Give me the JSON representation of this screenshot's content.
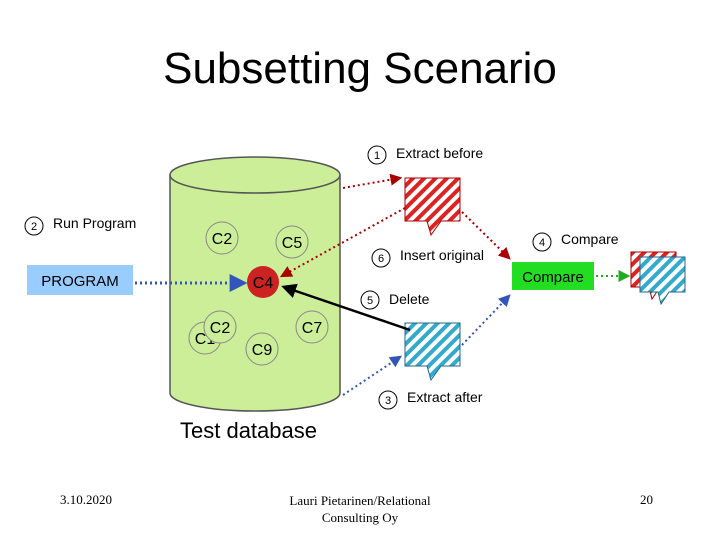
{
  "slide": {
    "title": "Subsetting Scenario",
    "footer": {
      "date": "3.10.2020",
      "author_line1": "Lauri Pietarinen/Relational",
      "author_line2": "Consulting Oy",
      "page_number": "20"
    }
  },
  "diagram": {
    "database_label": "Test database",
    "program_label": "PROGRAM",
    "compare_box_label": "Compare",
    "tables": {
      "c2_top": "C2",
      "c5": "C5",
      "c4": "C4",
      "c2_lower": "C2",
      "c1": "C1",
      "c7": "C7",
      "c9": "C9"
    },
    "steps": [
      {
        "number": "1",
        "label": "Extract before"
      },
      {
        "number": "2",
        "label": "Run Program"
      },
      {
        "number": "3",
        "label": "Extract after"
      },
      {
        "number": "4",
        "label": "Compare"
      },
      {
        "number": "5",
        "label": "Delete"
      },
      {
        "number": "6",
        "label": "Insert original"
      }
    ],
    "colors": {
      "database_fill": "#CCEE99",
      "extract_before": "#DD2222",
      "extract_after": "#33AACC",
      "program_box": "#99CCFF",
      "compare_box": "#22DD22",
      "arrow_red": "#AA0000",
      "arrow_blue": "#3355BB",
      "arrow_green": "#22AA22"
    }
  }
}
